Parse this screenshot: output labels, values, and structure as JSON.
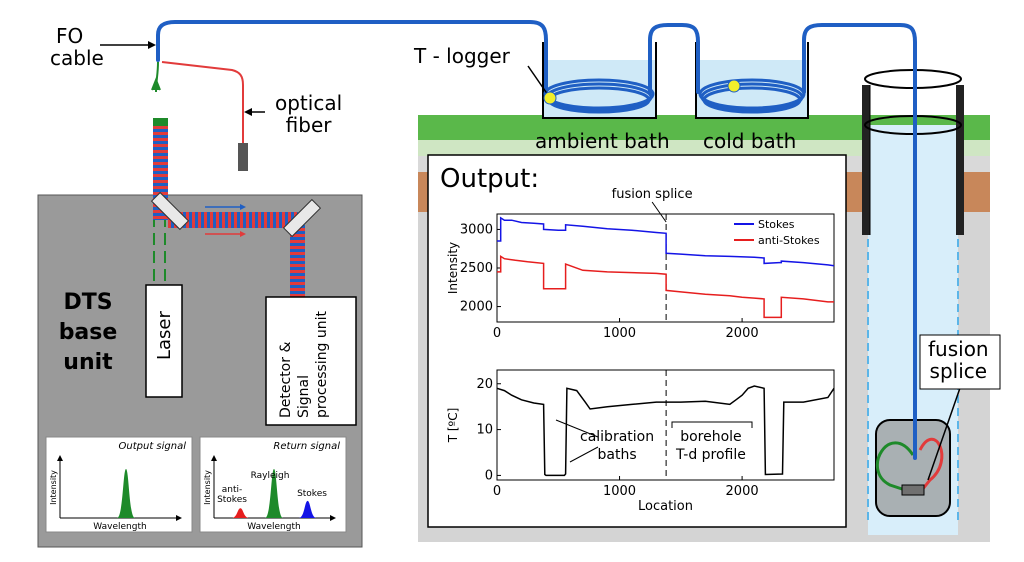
{
  "labels": {
    "fo_cable": [
      "FO",
      "cable"
    ],
    "optical_fiber": [
      "optical",
      "fiber"
    ],
    "t_logger": "T - logger",
    "ambient_bath": "ambient bath",
    "cold_bath": "cold bath",
    "output_title": "Output:",
    "dts_base_unit": [
      "DTS",
      "base",
      "unit"
    ],
    "laser": "Laser",
    "detector": [
      "Detector &",
      "Signal",
      "processing unit"
    ],
    "fusion_splice_right": [
      "fusion",
      "splice"
    ],
    "fusion_splice_chart": "fusion splice",
    "calibration_baths": [
      "calibration",
      "baths"
    ],
    "borehole_profile": [
      "borehole",
      "T-d profile"
    ]
  },
  "insets": {
    "output_signal": {
      "title": "Output signal",
      "ylabel": "Intensity",
      "xlabel": "Wavelength"
    },
    "return_signal": {
      "title": "Return signal",
      "ylabel": "Intensity",
      "xlabel": "Wavelength",
      "peaks": [
        "anti-",
        "Stokes",
        "Rayleigh",
        "Stokes"
      ]
    }
  },
  "colors": {
    "fiber_blue": "#1f5fc4",
    "optical_red": "#e23b3b",
    "laser_green": "#1e8a2a",
    "stokes": "#1414e6",
    "anti_stokes": "#e61e1e",
    "ground_green": "#5ab84a",
    "ground_brown": "#c8875a",
    "base_gray": "#9a9a9a",
    "water": "#cfe9f7",
    "logger_yellow": "#f2ee2a"
  },
  "chart_data": [
    {
      "type": "line",
      "title": "",
      "xlabel": "",
      "ylabel": "Intensity",
      "xlim": [
        0,
        2750
      ],
      "ylim": [
        1800,
        3200
      ],
      "xticks": [
        0,
        1000,
        2000
      ],
      "yticks": [
        2000,
        2500,
        3000
      ],
      "grid": false,
      "legend": "top-right",
      "vline": 1380,
      "vline_label": "fusion splice",
      "series": [
        {
          "name": "Stokes",
          "color": "#1414e6",
          "x": [
            0,
            30,
            30,
            60,
            120,
            200,
            300,
            380,
            380,
            500,
            560,
            560,
            700,
            900,
            1100,
            1300,
            1380,
            1380,
            1500,
            1700,
            1900,
            2100,
            2180,
            2180,
            2300,
            2320,
            2320,
            2500,
            2700,
            2750
          ],
          "y": [
            2850,
            2850,
            3150,
            3120,
            3120,
            3090,
            3080,
            3070,
            3000,
            2990,
            2990,
            3060,
            3040,
            3010,
            2990,
            2960,
            2950,
            2690,
            2680,
            2660,
            2650,
            2640,
            2630,
            2560,
            2570,
            2570,
            2590,
            2570,
            2540,
            2530
          ]
        },
        {
          "name": "anti-Stokes",
          "color": "#e61e1e",
          "x": [
            0,
            30,
            30,
            60,
            150,
            250,
            380,
            380,
            400,
            550,
            560,
            560,
            700,
            900,
            1100,
            1300,
            1380,
            1380,
            1500,
            1700,
            1900,
            2000,
            2100,
            2180,
            2180,
            2300,
            2320,
            2320,
            2500,
            2700,
            2750
          ],
          "y": [
            2450,
            2450,
            2650,
            2620,
            2600,
            2580,
            2560,
            2230,
            2230,
            2230,
            2230,
            2550,
            2470,
            2450,
            2440,
            2430,
            2420,
            2210,
            2190,
            2160,
            2140,
            2120,
            2110,
            2100,
            1860,
            1860,
            1860,
            2120,
            2100,
            2060,
            2060
          ]
        }
      ]
    },
    {
      "type": "line",
      "title": "",
      "xlabel": "Location",
      "ylabel": "T [ºC]",
      "xlim": [
        0,
        2750
      ],
      "ylim": [
        -1,
        23
      ],
      "xticks": [
        0,
        1000,
        2000
      ],
      "yticks": [
        0,
        10,
        20
      ],
      "grid": false,
      "vline": 1380,
      "series": [
        {
          "name": "",
          "color": "#000000",
          "x": [
            0,
            60,
            120,
            200,
            300,
            380,
            390,
            400,
            550,
            560,
            570,
            650,
            720,
            760,
            900,
            1100,
            1300,
            1380,
            1500,
            1700,
            1900,
            1950,
            2000,
            2050,
            2100,
            2180,
            2190,
            2330,
            2340,
            2500,
            2700,
            2750
          ],
          "y": [
            19,
            18.5,
            17.5,
            16.5,
            15.8,
            15.5,
            0.2,
            0,
            0,
            0.3,
            19,
            18.5,
            16,
            14.5,
            15,
            15.5,
            16,
            16,
            16,
            16.2,
            15.5,
            16.5,
            17.5,
            19,
            19.5,
            19,
            0.2,
            0.3,
            16,
            16,
            17,
            19
          ]
        }
      ]
    },
    {
      "type": "area",
      "title": "Output signal",
      "xlabel": "Wavelength",
      "ylabel": "Intensity",
      "series": [
        {
          "name": "",
          "color": "#1e8a2a",
          "peak_x": 0.55,
          "peak_y": 1.0
        }
      ]
    },
    {
      "type": "area",
      "title": "Return signal",
      "xlabel": "Wavelength",
      "ylabel": "Intensity",
      "series": [
        {
          "name": "anti-Stokes",
          "color": "#e61e1e",
          "peak_x": 0.22,
          "peak_y": 0.2
        },
        {
          "name": "Rayleigh",
          "color": "#1e8a2a",
          "peak_x": 0.5,
          "peak_y": 1.0
        },
        {
          "name": "Stokes",
          "color": "#1414e6",
          "peak_x": 0.78,
          "peak_y": 0.35
        }
      ]
    }
  ]
}
